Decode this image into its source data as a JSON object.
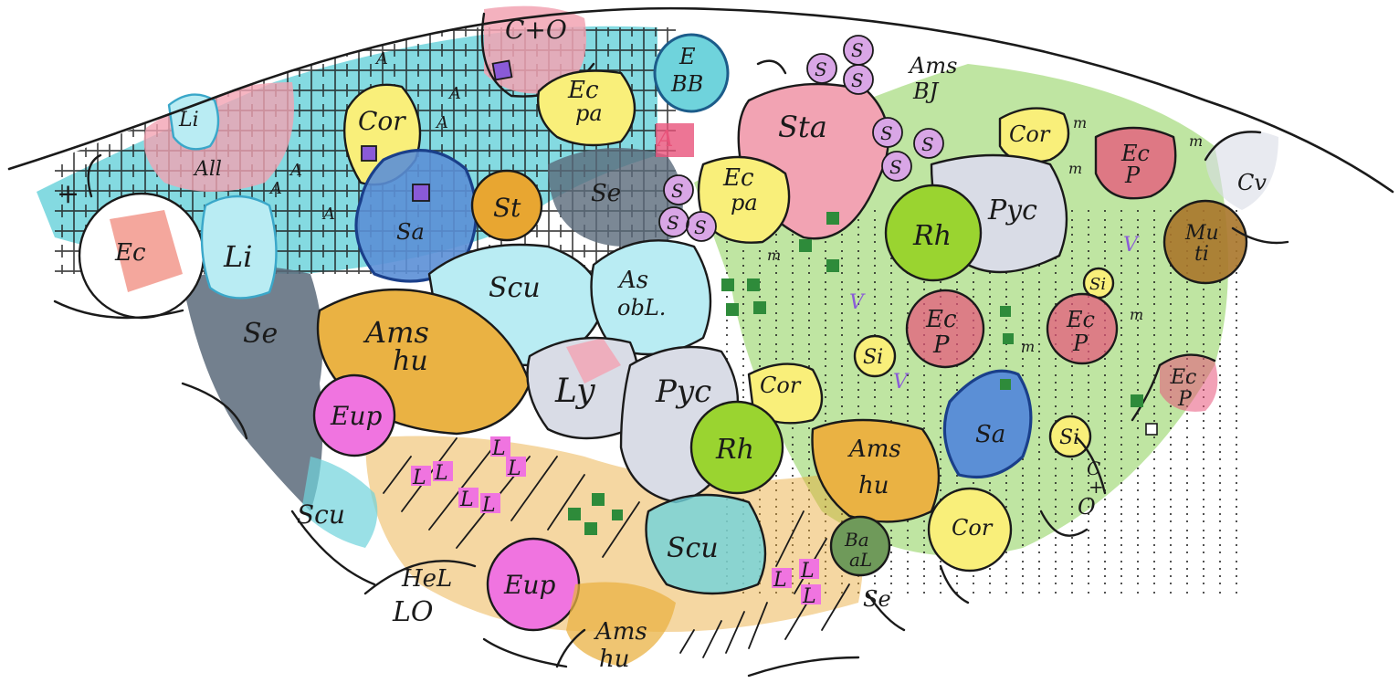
{
  "diagram": {
    "colors": {
      "cyan": "#6fd3dc",
      "pink": "#f2a3b3",
      "salmon": "#f08a7c",
      "lightcyan": "#b9ecf3",
      "blue": "#5b8fd6",
      "orange": "#e8a631",
      "amber": "#eab243",
      "yellow": "#f9ef7a",
      "grey": "#5a6a7a",
      "lightgrey": "#d9dce6",
      "violet": "#d9a6e6",
      "magenta": "#f074e0",
      "lime": "#9ad430",
      "olive": "#6f9a5a",
      "brown": "#a8762a",
      "green": "#8bcf55",
      "darkgreen": "#2e8b3a",
      "purple": "#8a5ad8",
      "rose": "#e8537a"
    },
    "labels": [
      {
        "key": "c_o_top",
        "text": "C+O"
      },
      {
        "key": "li_top",
        "text": "Li"
      },
      {
        "key": "all",
        "text": "All"
      },
      {
        "key": "cor_1",
        "text": "Cor"
      },
      {
        "key": "e_bb_1",
        "text": "E"
      },
      {
        "key": "e_bb_2",
        "text": "BB"
      },
      {
        "key": "ec_pa_top_1",
        "text": "Ec"
      },
      {
        "key": "ec_pa_top_2",
        "text": "pa"
      },
      {
        "key": "s_small",
        "text": "S"
      },
      {
        "key": "ams_bj_1",
        "text": "Ams"
      },
      {
        "key": "ams_bj_2",
        "text": "BJ"
      },
      {
        "key": "sta",
        "text": "Sta"
      },
      {
        "key": "cor_2",
        "text": "Cor"
      },
      {
        "key": "ec_p_right_1",
        "text": "Ec"
      },
      {
        "key": "ec_p_right_2",
        "text": "P"
      },
      {
        "key": "cv_right",
        "text": "Cv"
      },
      {
        "key": "ec_left",
        "text": "Ec"
      },
      {
        "key": "li_left",
        "text": "Li"
      },
      {
        "key": "sa_1",
        "text": "Sa"
      },
      {
        "key": "st",
        "text": "St"
      },
      {
        "key": "se_top",
        "text": "Se"
      },
      {
        "key": "ec_pa_mid_1",
        "text": "Ec"
      },
      {
        "key": "ec_pa_mid_2",
        "text": "pa"
      },
      {
        "key": "pyc_1",
        "text": "Pyc"
      },
      {
        "key": "rh_1",
        "text": "Rh"
      },
      {
        "key": "mu_ti_1",
        "text": "Mu"
      },
      {
        "key": "mu_ti_2",
        "text": "ti"
      },
      {
        "key": "se_left",
        "text": "Se"
      },
      {
        "key": "scu_1",
        "text": "Scu"
      },
      {
        "key": "as_obl_1",
        "text": "As"
      },
      {
        "key": "as_obl_2",
        "text": "obL."
      },
      {
        "key": "ams_hu_left_1",
        "text": "Ams"
      },
      {
        "key": "ams_hu_left_2",
        "text": "hu"
      },
      {
        "key": "ly",
        "text": "Ly"
      },
      {
        "key": "pyc_2",
        "text": "Pyc"
      },
      {
        "key": "cor_3",
        "text": "Cor"
      },
      {
        "key": "si_1",
        "text": "Si"
      },
      {
        "key": "ec_p_mid_1",
        "text": "Ec"
      },
      {
        "key": "ec_p_mid_2",
        "text": "P"
      },
      {
        "key": "si_2",
        "text": "Si"
      },
      {
        "key": "ec_p_r2_1",
        "text": "Ec"
      },
      {
        "key": "ec_p_r2_2",
        "text": "P"
      },
      {
        "key": "ec_p_far_1",
        "text": "Ec"
      },
      {
        "key": "ec_p_far_2",
        "text": "P"
      },
      {
        "key": "eup_1",
        "text": "Eup"
      },
      {
        "key": "rh_2",
        "text": "Rh"
      },
      {
        "key": "ams_hu_mid_1",
        "text": "Ams"
      },
      {
        "key": "ams_hu_mid_2",
        "text": "hu"
      },
      {
        "key": "sa_2",
        "text": "Sa"
      },
      {
        "key": "si_3",
        "text": "Si"
      },
      {
        "key": "c_o_right_1",
        "text": "C"
      },
      {
        "key": "c_o_right_2",
        "text": "+"
      },
      {
        "key": "c_o_right_3",
        "text": "O"
      },
      {
        "key": "scu_2",
        "text": "Scu"
      },
      {
        "key": "scu_3",
        "text": "Scu"
      },
      {
        "key": "cor_4",
        "text": "Cor"
      },
      {
        "key": "ba_al_1",
        "text": "Ba"
      },
      {
        "key": "ba_al_2",
        "text": "aL"
      },
      {
        "key": "hel_lo_1",
        "text": "HeL"
      },
      {
        "key": "hel_lo_2",
        "text": "LO"
      },
      {
        "key": "eup_2",
        "text": "Eup"
      },
      {
        "key": "se_bottom",
        "text": "Se"
      },
      {
        "key": "ams_hu_bottom_1",
        "text": "Ams"
      },
      {
        "key": "ams_hu_bottom_2",
        "text": "hu"
      },
      {
        "key": "l_mark",
        "text": "L"
      },
      {
        "key": "v_mark",
        "text": "V"
      },
      {
        "key": "m_mark",
        "text": "m"
      },
      {
        "key": "a_mark",
        "text": "A"
      },
      {
        "key": "cross_mark",
        "text": "+"
      }
    ]
  }
}
